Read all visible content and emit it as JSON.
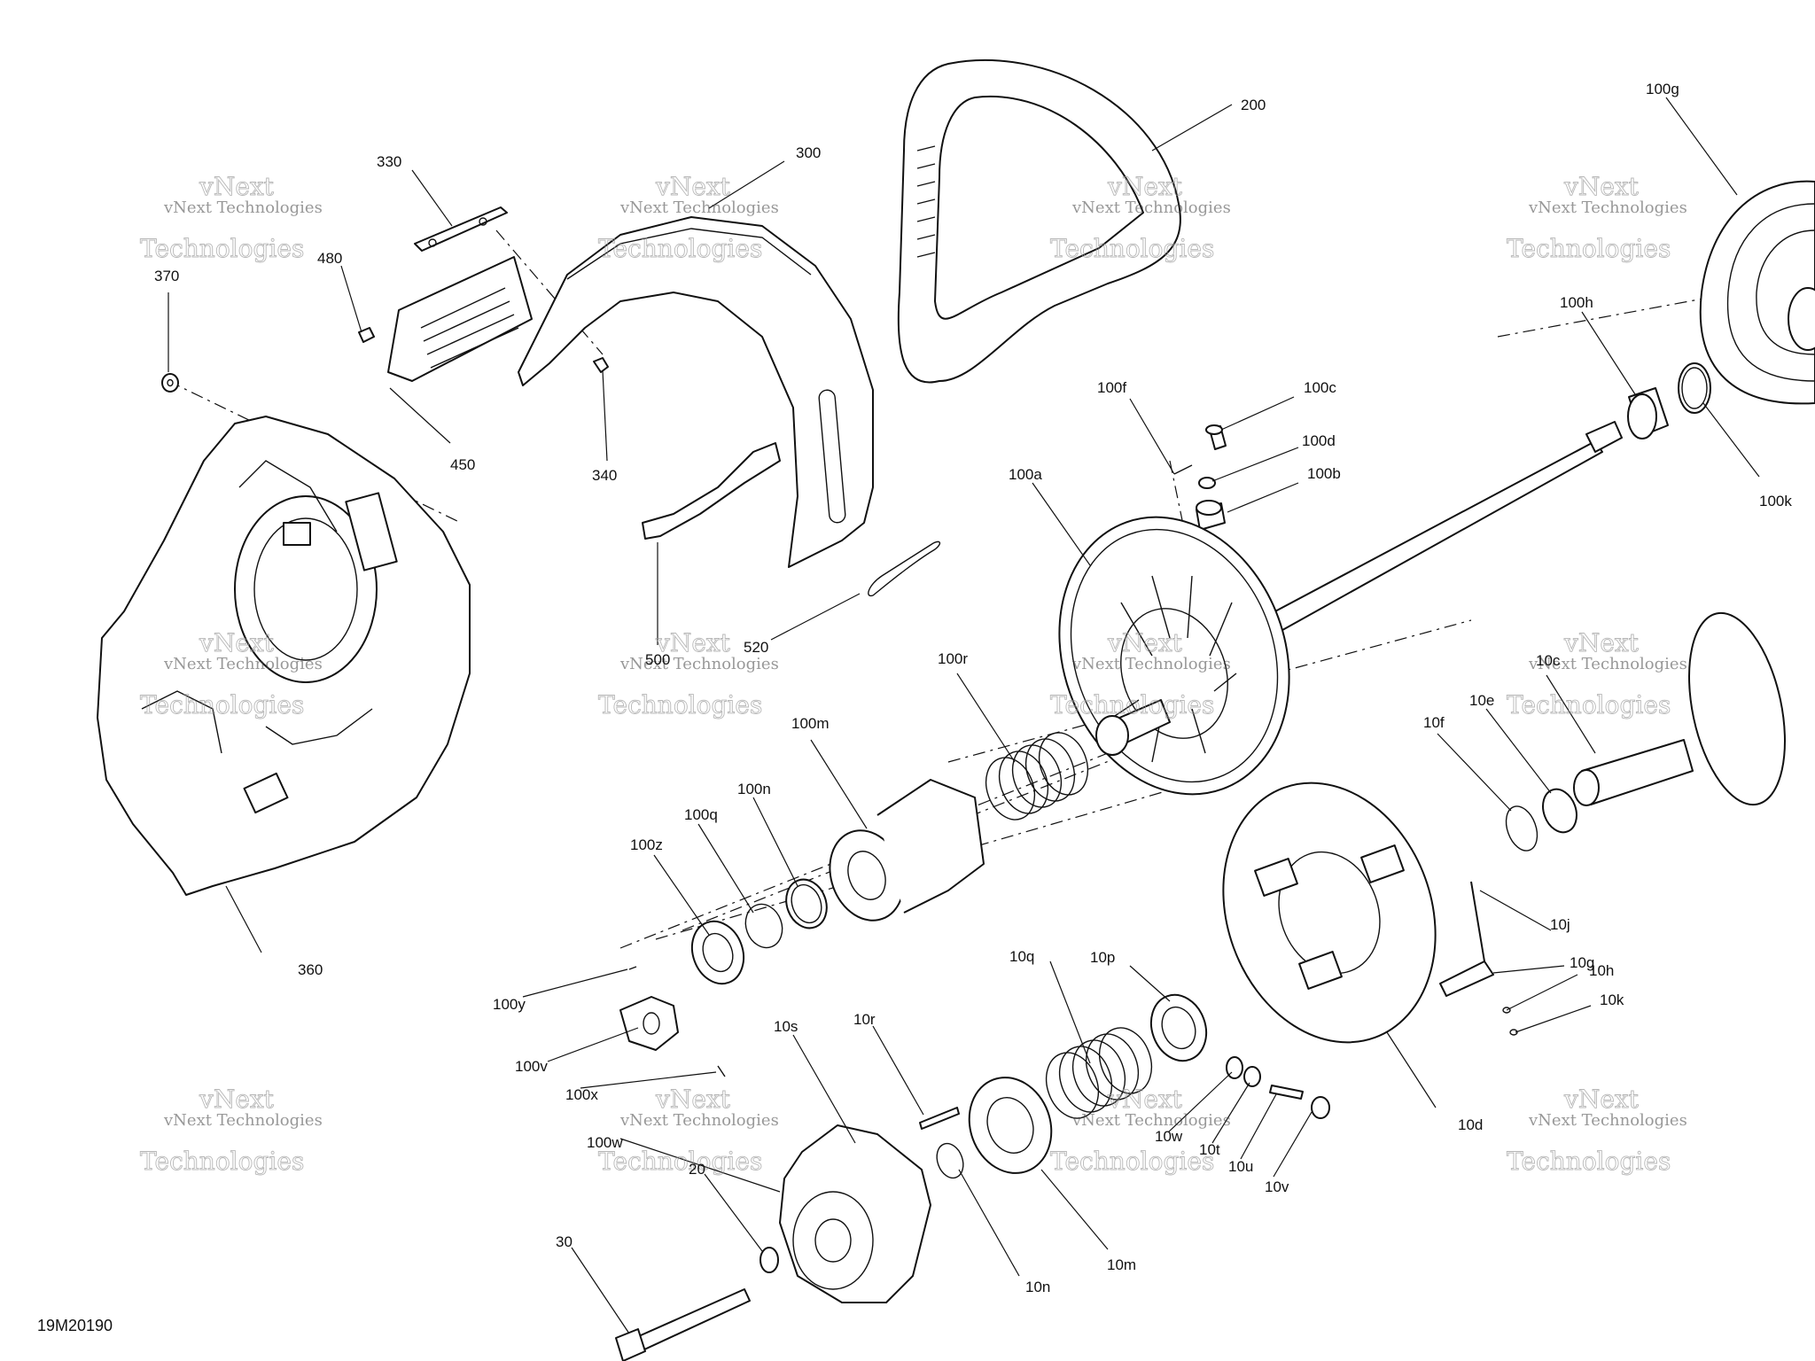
{
  "drawing_number": "19M20190",
  "watermark": {
    "line1": "vNext Technologies",
    "line2": "Technologies",
    "line3": "vNext"
  },
  "callouts": {
    "c330": "330",
    "c300": "300",
    "c200": "200",
    "c100g": "100g",
    "c480": "480",
    "c370": "370",
    "c450": "450",
    "c340": "340",
    "c100h": "100h",
    "c100k": "100k",
    "c100f": "100f",
    "c100c": "100c",
    "c100d": "100d",
    "c100b": "100b",
    "c100a": "100a",
    "c500": "500",
    "c520": "520",
    "c100r": "100r",
    "c100m": "100m",
    "c10c": "10c",
    "c10e": "10e",
    "c10f": "10f",
    "c100n": "100n",
    "c100q": "100q",
    "c100z": "100z",
    "c360": "360",
    "c10j": "10j",
    "c10g": "10g",
    "c10p": "10p",
    "c10q": "10q",
    "c10h": "10h",
    "c10k": "10k",
    "c100y": "100y",
    "c100v": "100v",
    "c100x": "100x",
    "c10s": "10s",
    "c10r": "10r",
    "c100w": "100w",
    "c10d": "10d",
    "c10w": "10w",
    "c10t": "10t",
    "c10u": "10u",
    "c10v": "10v",
    "c20": "20",
    "c30": "30",
    "c10n": "10n",
    "c10m": "10m"
  }
}
